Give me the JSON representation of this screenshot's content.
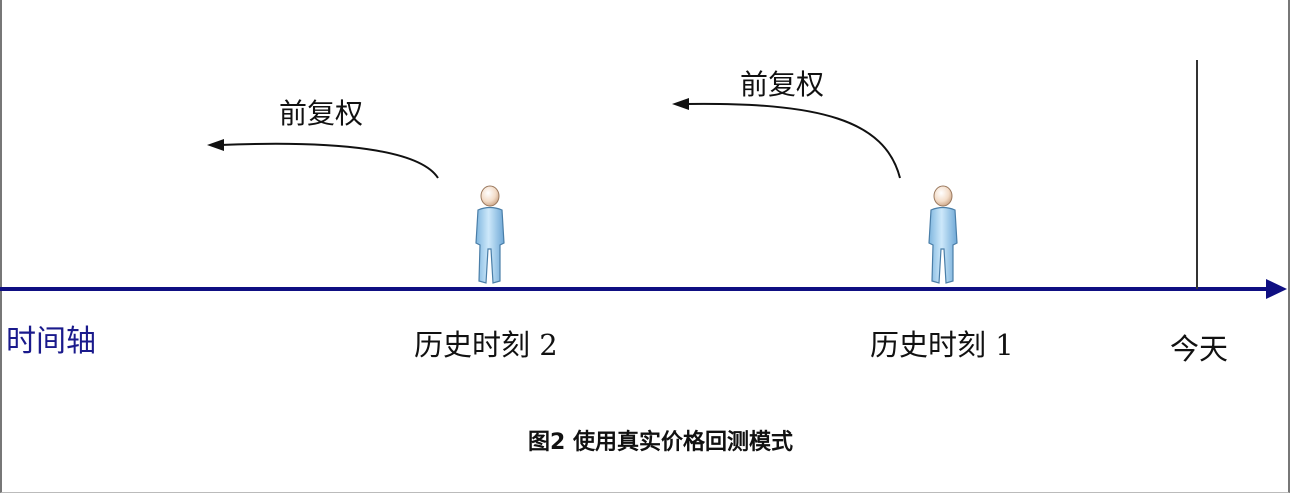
{
  "diagram": {
    "axis_label": "时间轴",
    "moment2_label": "历史时刻 2",
    "moment1_label": "历史时刻 1",
    "today_label": "今天",
    "arrow_labels": [
      "前复权",
      "前复权"
    ],
    "caption": "图2 使用真实价格回测模式",
    "colors": {
      "axis": "#0f0f82",
      "person_fill": "#a9d3ef",
      "person_stroke": "#4a7ea8",
      "curve": "#111111"
    },
    "icons": [
      "person-icon",
      "person-icon"
    ]
  }
}
